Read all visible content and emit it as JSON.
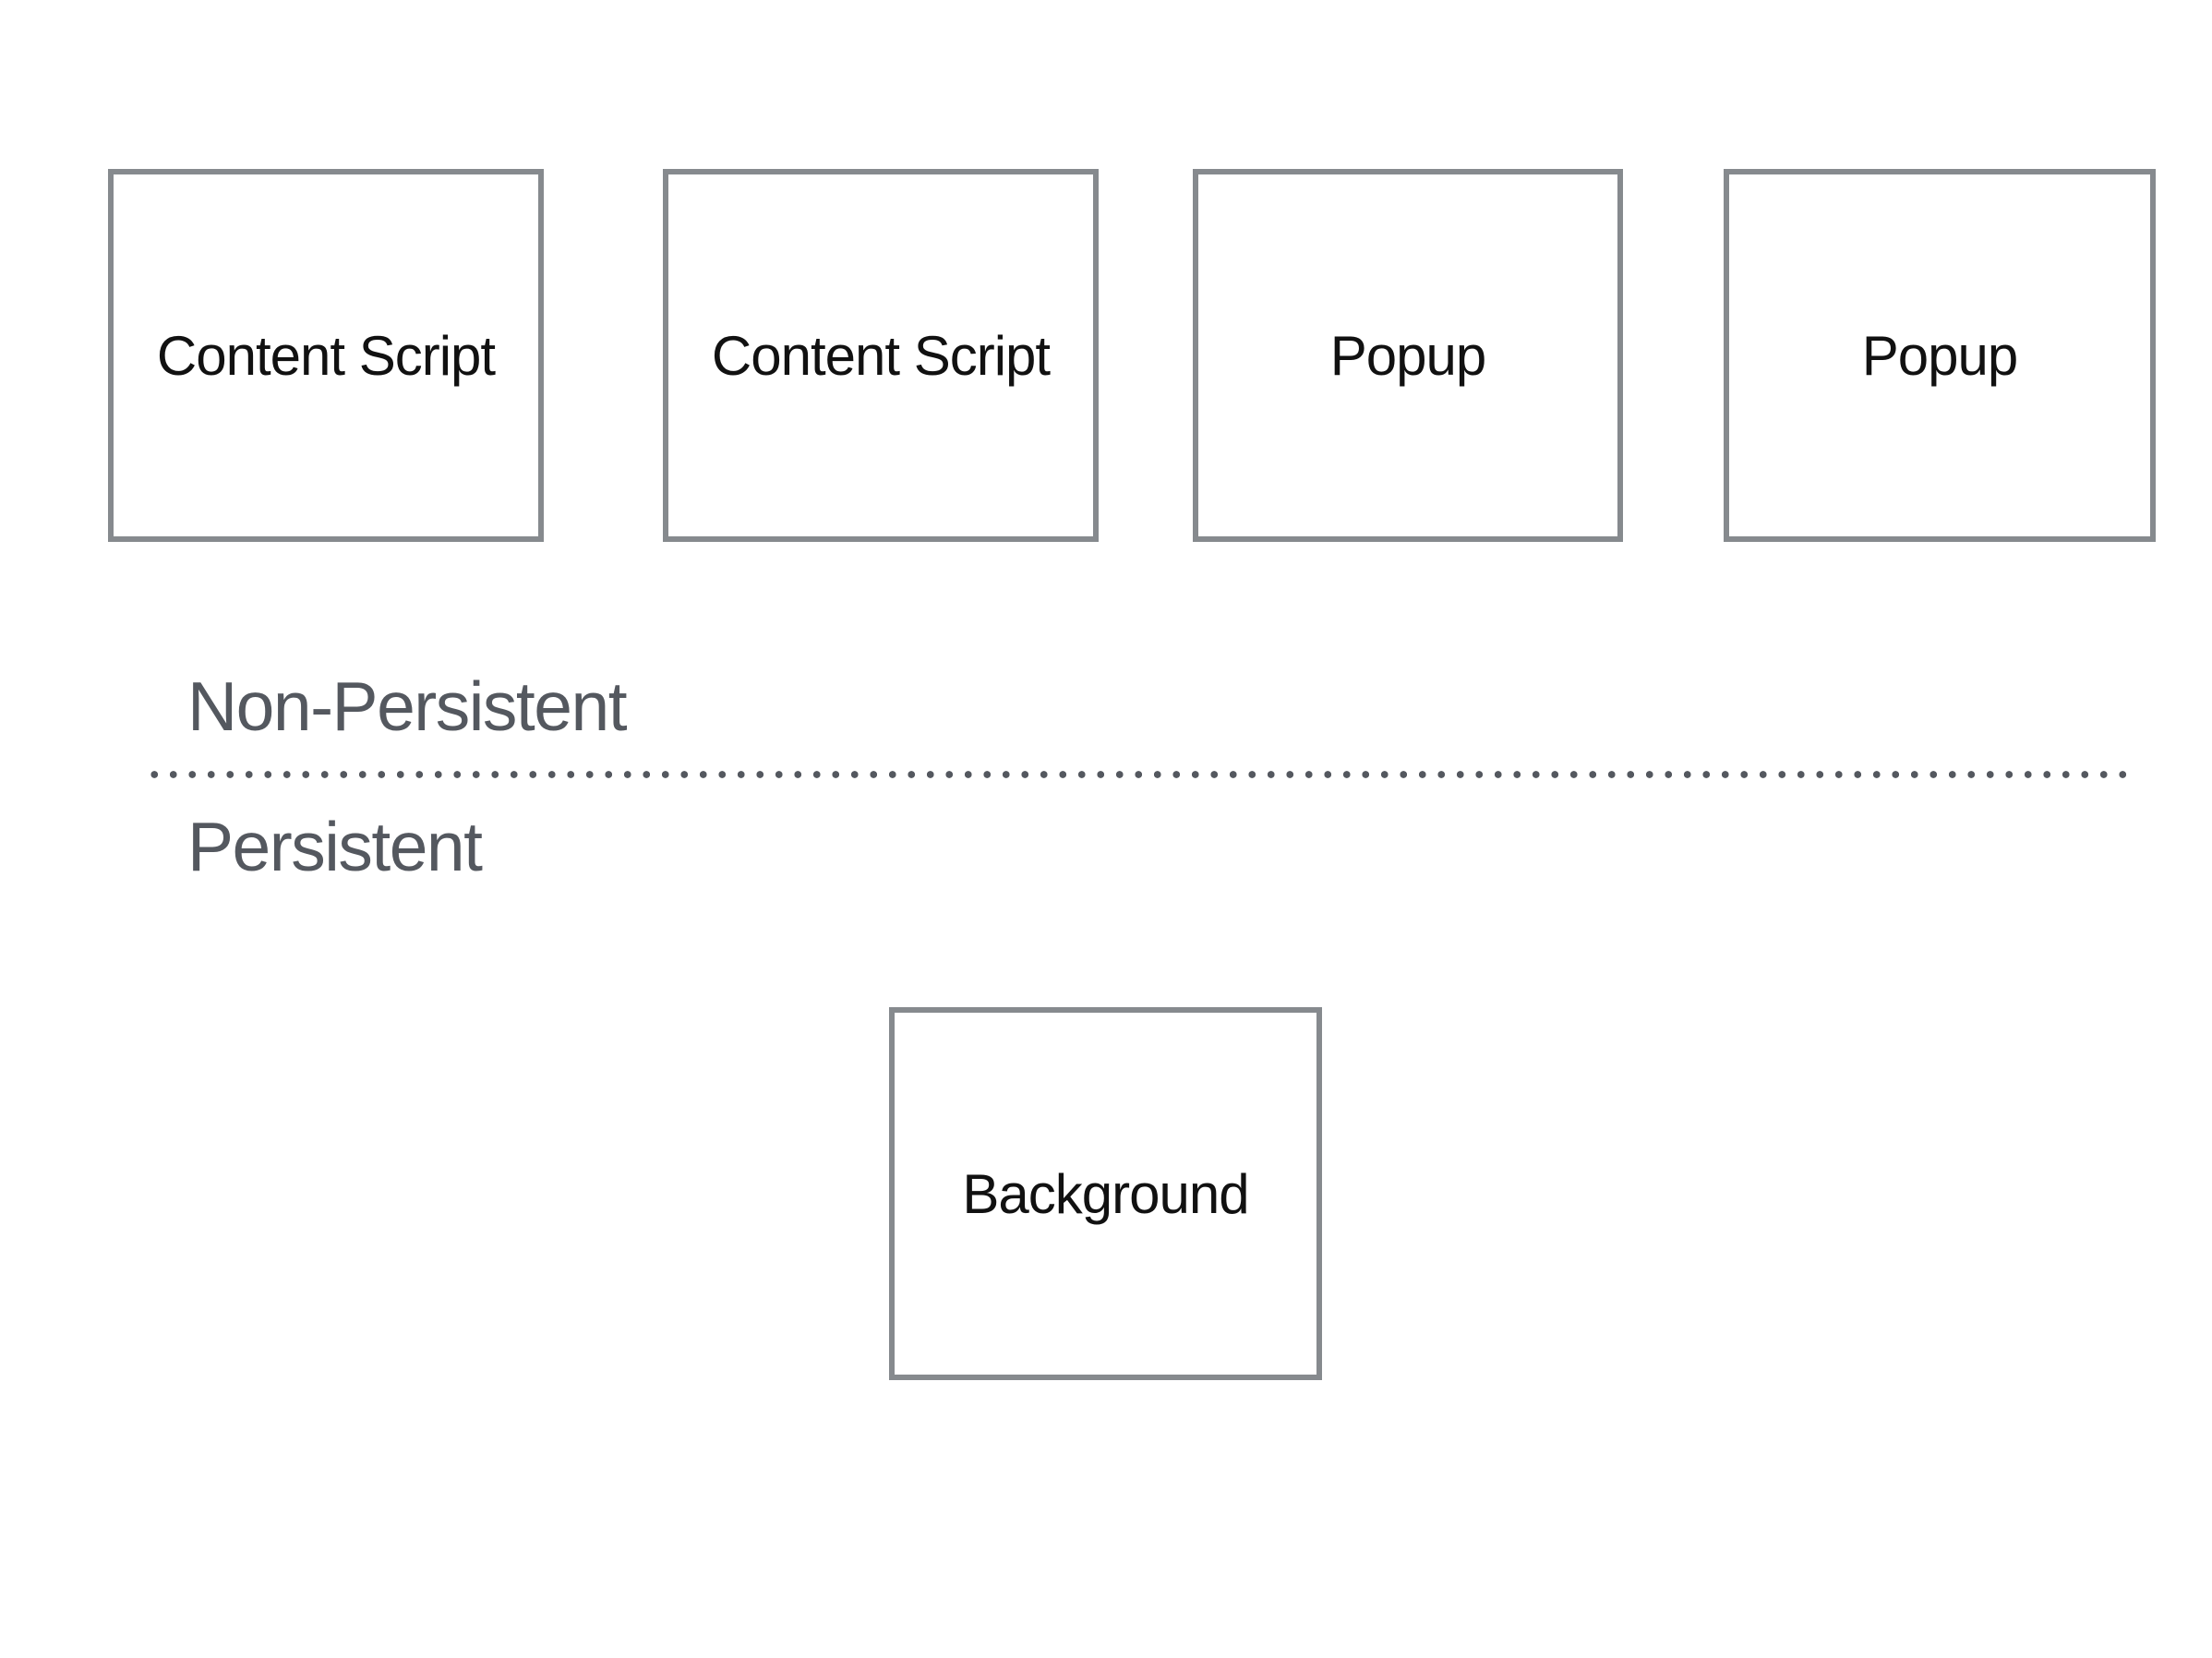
{
  "diagram": {
    "boxes": [
      {
        "label": "Content Script"
      },
      {
        "label": "Content Script"
      },
      {
        "label": "Popup"
      },
      {
        "label": "Popup"
      },
      {
        "label": "Background"
      }
    ],
    "zones": [
      {
        "label": "Non-Persistent"
      },
      {
        "label": "Persistent"
      }
    ],
    "colors": {
      "page_background": "#ffffff",
      "box_border": "#868a8e",
      "box_text": "#111111",
      "zone_label_text": "#54585f",
      "divider_dots": "#54585f"
    }
  }
}
